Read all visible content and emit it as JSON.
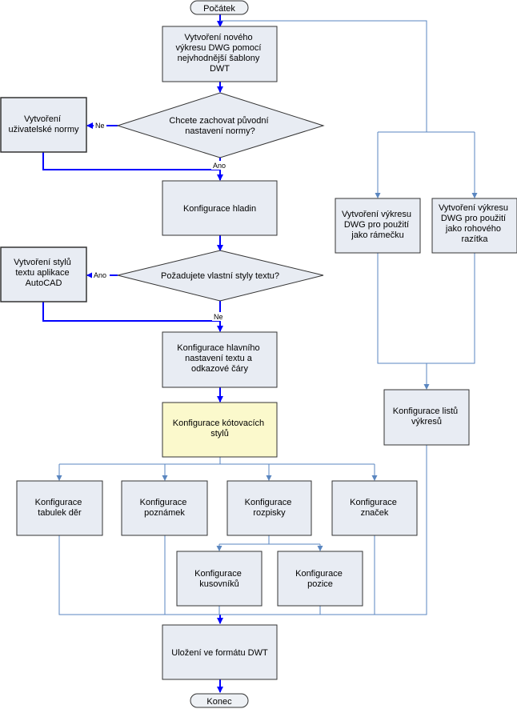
{
  "colors": {
    "box_fill": "#e8ecf3",
    "box_stroke": "#333333",
    "highlight_fill": "#fbf9cc",
    "terminal_fill": "#eef1f5",
    "connector": "#5a86c0",
    "connector_strong": "#0000ff"
  },
  "nodes": {
    "start": "Počátek",
    "new_drawing": [
      "Vytvoření nového",
      "výkresu DWG pomocí",
      "nejvhodnější šablony",
      "DWT"
    ],
    "keep_settings": [
      "Chcete zachovat původní",
      "nastavení normy?"
    ],
    "user_standard": [
      "Vytvoření",
      "uživatelské normy"
    ],
    "layers": [
      "Konfigurace hladin"
    ],
    "own_text_styles": [
      "Požadujete vlastní styly textu?"
    ],
    "autocad_styles": [
      "Vytvoření stylů",
      "textu aplikace",
      "AutoCAD"
    ],
    "main_text": [
      "Konfigurace hlavního",
      "nastavení textu a",
      "odkazové čáry"
    ],
    "dim_styles": [
      "Konfigurace kótovacích",
      "stylů"
    ],
    "frame": [
      "Vytvoření výkresu",
      "DWG pro použití",
      "jako rámečku"
    ],
    "title_block": [
      "Vytvoření výkresu",
      "DWG pro použití",
      "jako rohového",
      "razítka"
    ],
    "sheets": [
      "Konfigurace listů",
      "výkresů"
    ],
    "hole_tables": [
      "Konfigurace",
      "tabulek děr"
    ],
    "notes": [
      "Konfigurace",
      "poznámek"
    ],
    "parts_lists": [
      "Konfigurace",
      "rozpisky"
    ],
    "symbols": [
      "Konfigurace",
      "značek"
    ],
    "balloons": [
      "Konfigurace",
      "kusovníků"
    ],
    "position": [
      "Konfigurace",
      "pozice"
    ],
    "save_dwt": [
      "Uložení ve formátu DWT"
    ],
    "end": "Konec"
  },
  "labels": {
    "no_1": "Ne",
    "yes_1": "Ano",
    "yes_2": "Ano",
    "no_2": "Ne"
  }
}
